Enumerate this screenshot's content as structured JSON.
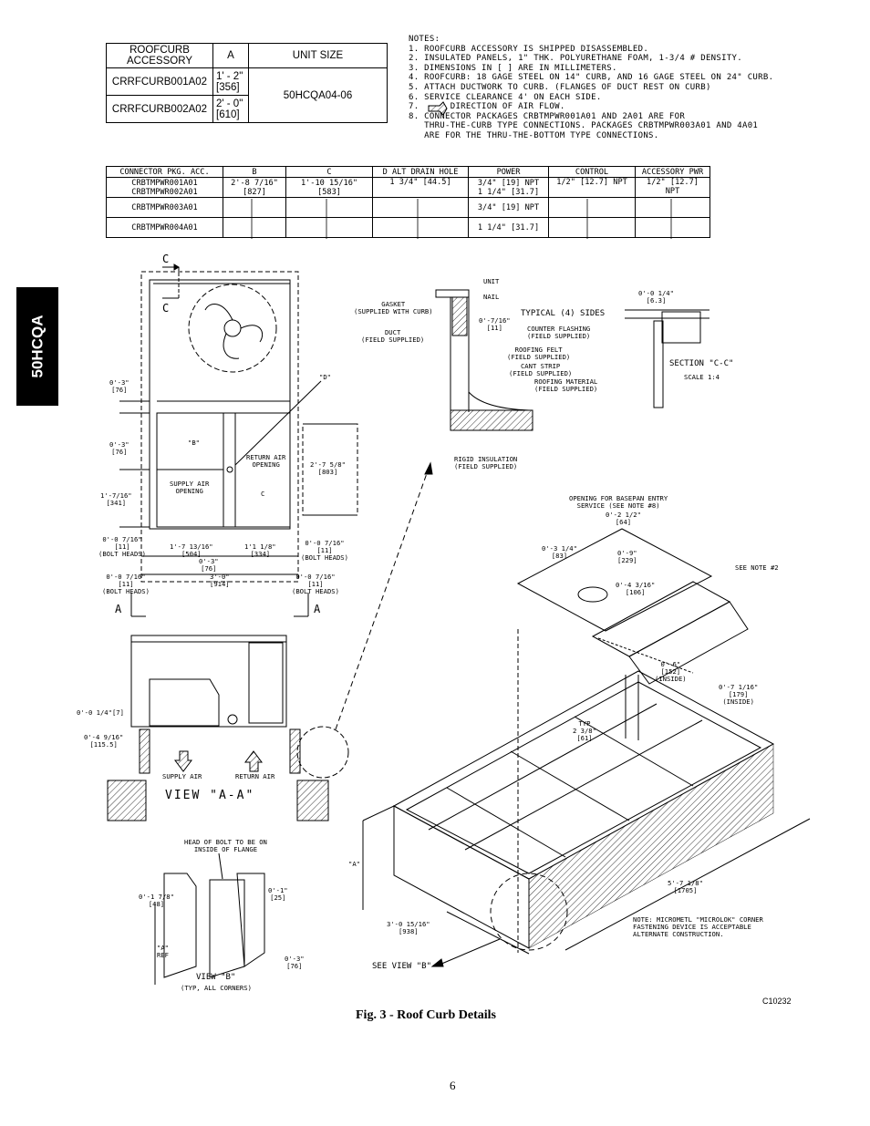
{
  "side_tab": "50HCQA",
  "curb_table": {
    "headers": [
      "ROOFCURB ACCESSORY",
      "A",
      "UNIT SIZE"
    ],
    "rows": [
      {
        "accessory": "CRRFCURB001A02",
        "a1": "1' - 2\"",
        "a2": "[356]"
      },
      {
        "accessory": "CRRFCURB002A02",
        "a1": "2' - 0\"",
        "a2": "[610]"
      }
    ],
    "unit_size": "50HCQA04-06"
  },
  "notes": {
    "title": "NOTES:",
    "items": [
      "1. ROOFCURB ACCESSORY IS SHIPPED DISASSEMBLED.",
      "2. INSULATED PANELS, 1\" THK. POLYURETHANE FOAM, 1-3/4 # DENSITY.",
      "3. DIMENSIONS IN [ ] ARE IN MILLIMETERS.",
      "4. ROOFCURB: 18 GAGE STEEL ON 14\" CURB, AND 16 GAGE STEEL ON 24\" CURB.",
      "5. ATTACH DUCTWORK TO CURB. (FLANGES OF DUCT REST ON CURB)",
      "6. SERVICE CLEARANCE 4' ON EACH SIDE.",
      "7.      DIRECTION OF AIR FLOW.",
      "8. CONNECTOR PACKAGES CRBTMPWR001A01 AND 2A01 ARE FOR",
      "   THRU-THE-CURB TYPE CONNECTIONS. PACKAGES CRBTMPWR003A01 AND 4A01",
      "   ARE FOR THE THRU-THE-BOTTOM TYPE CONNECTIONS."
    ]
  },
  "connector_table": {
    "headers": [
      "CONNECTOR PKG. ACC.",
      "B",
      "C",
      "D ALT DRAIN HOLE",
      "POWER",
      "CONTROL",
      "ACCESSORY PWR"
    ],
    "rows": [
      {
        "pkg1": "CRBTMPWR001A01",
        "pkg2": "CRBTMPWR002A01",
        "b1": "2'-8 7/16\"",
        "b2": "[827]",
        "c1": "1'-10 15/16\"",
        "c2": "[583]",
        "d": "1 3/4\" [44.5]",
        "p1": "3/4\" [19] NPT",
        "p2": "1 1/4\" [31.7]",
        "control": "1/2\" [12.7] NPT",
        "acc": "1/2\" [12.7] NPT"
      },
      {
        "pkg": "CRBTMPWR003A01",
        "power": "3/4\" [19] NPT"
      },
      {
        "pkg": "CRBTMPWR004A01",
        "power": "1 1/4\" [31.7]"
      }
    ]
  },
  "labels": {
    "section_c": "C",
    "section_a": "A",
    "d_label": "\"D\"",
    "b_label": "\"B\"",
    "c_label": "C",
    "return_air_opening": "RETURN AIR\nOPENING",
    "supply_air_opening": "SUPPLY AIR\nOPENING",
    "dim_0_3_76": "0'-3\"\n[76]",
    "dim_0_3_76b": "0'-3\"\n[76]",
    "dim_1_7_16": "1'-7/16\"\n[341]",
    "dim_2_7_5_8": "2'-7 5/8\"\n[803]",
    "dim_0_7_16_l": "0'-0 7/16\"\n[11]\n(BOLT HEADS)",
    "dim_0_7_16_r": "0'-0 7/16\"\n[11]\n(BOLT HEADS)",
    "dim_1_7_13_16": "1'-7 13/16\"\n[504]",
    "dim_1_1_1_8": "1'1 1/8\"\n[334]",
    "dim_0_3_mid": "0'-3\"\n[76]",
    "dim_0_7_16_bl": "0'-0 7/16\"\n[11]\n(BOLT HEADS)",
    "dim_3_0": "3'-0\"\n[914]",
    "dim_0_7_16_br": "0'-0 7/16\"\n[11]\n(BOLT HEADS)",
    "unit": "UNIT",
    "gasket": "GASKET\n(SUPPLIED WITH CURB)",
    "nail": "NAIL",
    "duct": "DUCT\n(FIELD SUPPLIED)",
    "dim_0_7_16_det": "0'-7/16\"\n[11]",
    "typical_sides": "TYPICAL (4) SIDES",
    "counter_flashing": "COUNTER FLASHING\n(FIELD SUPPLIED)",
    "roofing_felt": "ROOFING FELT\n(FIELD SUPPLIED)",
    "cant_strip": "CANT STRIP\n(FIELD SUPPLIED)",
    "roofing_material": "ROOFING MATERIAL\n(FIELD SUPPLIED)",
    "rigid_insulation": "RIGID INSULATION\n(FIELD SUPPLIED)",
    "dim_0_1_4_sec": "0'-0 1/4\"\n[6.3]",
    "section_cc": "SECTION \"C-C\"",
    "scale": "SCALE 1:4",
    "opening_baserpan": "OPENING FOR BASEPAN ENTRY\nSERVICE (SEE NOTE #8)",
    "dim_0_2_1_2": "0'-2 1/2\"\n[64]",
    "dim_0_3_1_4": "0'-3 1/4\"\n[83]",
    "dim_0_9": "0'-9\"\n[229]",
    "dim_0_4_3_16": "0'-4 3/16\"\n[106]",
    "see_note_2": "SEE NOTE #2",
    "dim_0_6": "0'-6\"\n[152]\n(INSIDE)",
    "dim_0_7_1_16": "0'-7 1/16\"\n[179]\n(INSIDE)",
    "typ_2_3_8": "TYP\n2 3/8\"\n[61]",
    "dim_0_1_4_aa": "0'-0 1/4\"[7]",
    "dim_0_4_9_16": "0'-4 9/16\"\n[115.5]",
    "supply_air": "SUPPLY AIR",
    "return_air": "RETURN AIR",
    "view_aa": "VIEW \"A-A\"",
    "head_of_bolt": "HEAD OF BOLT TO BE ON\nINSIDE OF FLANGE",
    "dim_0_1_7_8": "0'-1 7/8\"\n[48]",
    "dim_0_1": "0'-1\"\n[25]",
    "a_ref": "\"A\"\nREF",
    "dim_0_3_vb": "0'-3\"\n[76]",
    "view_b": "VIEW \"B\"",
    "typ_all_corners": "(TYP, ALL CORNERS)",
    "a_label": "\"A\"",
    "dim_3_0_15_16": "3'-0 15/16\"\n[938]",
    "dim_5_7_1_8": "5'-7 1/8\"\n[1705]",
    "note_micrometl": "NOTE: MICROMETL \"MICROLOK\" CORNER\nFASTENING DEVICE IS ACCEPTABLE\nALTERNATE CONSTRUCTION.",
    "see_view_b": "SEE VIEW \"B\""
  },
  "fig_code": "C10232",
  "caption": "Fig. 3 - Roof Curb Details",
  "page_number": "6"
}
